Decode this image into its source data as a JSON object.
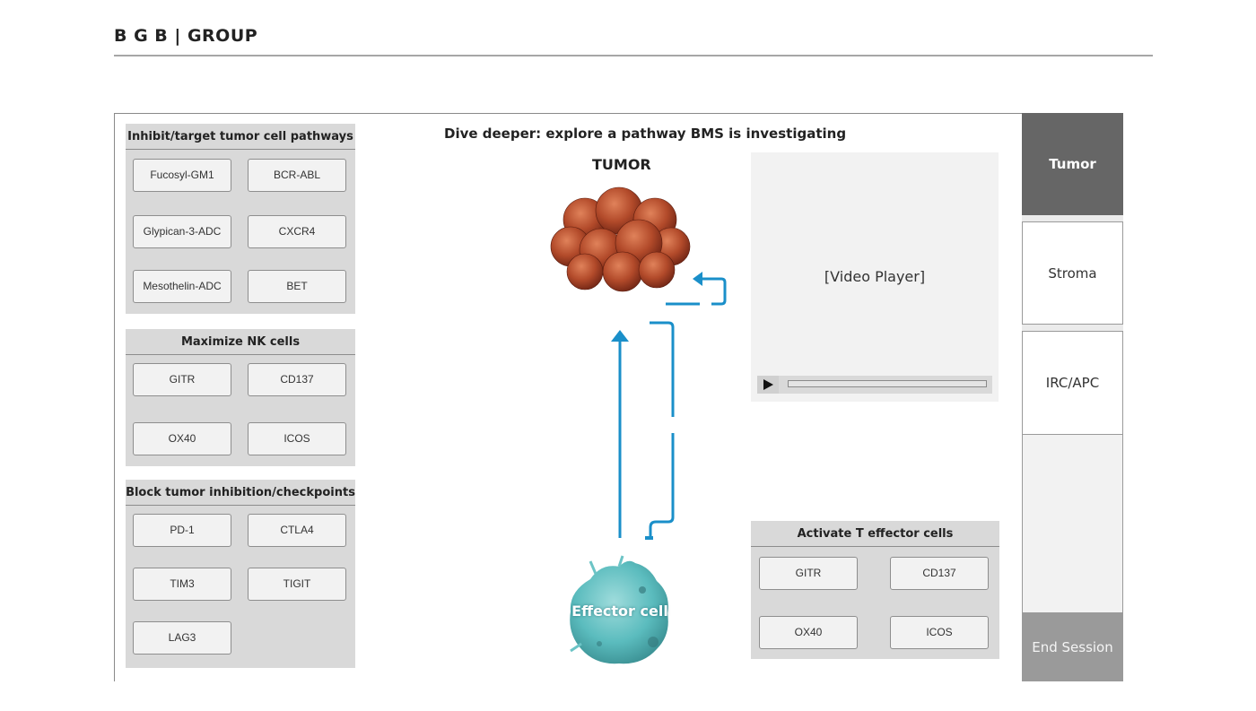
{
  "header": {
    "brand": "B G B | GROUP"
  },
  "main": {
    "heading": "Dive deeper: explore a pathway BMS is investigating",
    "tumor_label": "TUMOR",
    "effector_label": "Effector cell",
    "arrow_color": "#1a8fc9"
  },
  "panels": {
    "inhibit": {
      "title": "Inhibit/target tumor cell pathways",
      "buttons": [
        "Fucosyl-GM1",
        "BCR-ABL",
        "Glypican-3-ADC",
        "CXCR4",
        "Mesothelin-ADC",
        "BET"
      ]
    },
    "nk": {
      "title": "Maximize NK cells",
      "buttons": [
        "GITR",
        "CD137",
        "OX40",
        "ICOS"
      ]
    },
    "checkpoints": {
      "title": "Block tumor inhibition/checkpoints",
      "buttons": [
        "PD-1",
        "CTLA4",
        "TIM3",
        "TIGIT",
        "LAG3"
      ]
    },
    "teffector": {
      "title": "Activate T effector cells",
      "buttons": [
        "GITR",
        "CD137",
        "OX40",
        "ICOS"
      ]
    }
  },
  "video": {
    "label": "[Video Player]",
    "play_icon": "play-icon"
  },
  "sidebar": {
    "tabs": [
      {
        "label": "Tumor",
        "state": "active"
      },
      {
        "label": "Stroma",
        "state": "normal"
      },
      {
        "label": "IRC/APC",
        "state": "normal"
      }
    ],
    "end_session": "End Session"
  }
}
